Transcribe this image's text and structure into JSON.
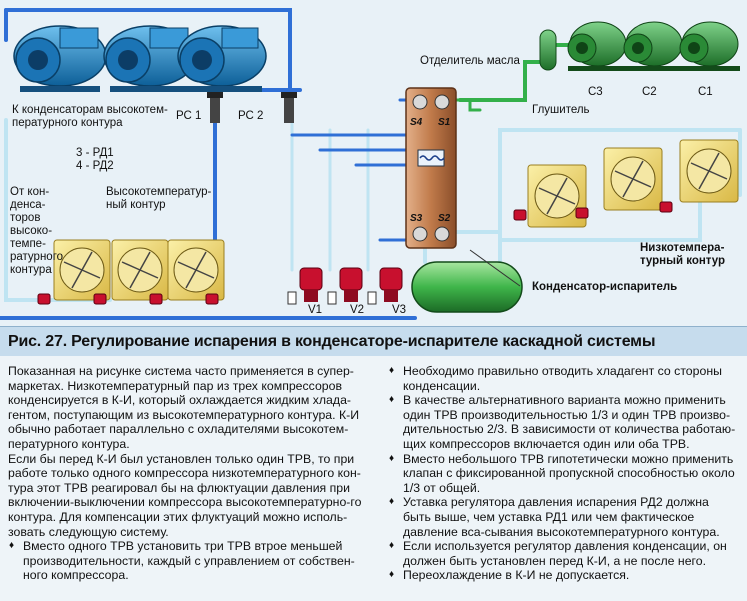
{
  "diagram": {
    "labels": {
      "to_condensers": "К конденсаторам высокотем-\nпературного контура",
      "rs1": "РС 1",
      "rs2": "РС 2",
      "rd_legend_1": "3 - РД1",
      "rd_legend_2": "4 - РД2",
      "from_condensers": "От кон-\nденса-\nторов\nвысоко-\nтемпе-\nратурного\nконтура",
      "high_temp_circuit": "Высокотемператур-\nный контур",
      "oil_separator": "Отделитель масла",
      "muffler": "Глушитель",
      "c3": "С3",
      "c2": "С2",
      "c1": "С1",
      "low_temp_circuit": "Низкотемпера-\nтурный контур",
      "condenser_evaporator": "Конденсатор-испаритель",
      "s1": "S1",
      "s2": "S2",
      "s3": "S3",
      "s4": "S4",
      "v1": "V1",
      "v2": "V2",
      "v3": "V3"
    },
    "colors": {
      "pipe_blue": "#2f6fd6",
      "pipe_light": "#bfe4f2",
      "pipe_green": "#33b04a",
      "valve_red": "#c8102e",
      "compressor_blue": "#1f8fcf",
      "compressor_green": "#2e9a3c",
      "receiver_green": "#3fb54a",
      "heat_exchanger": "#c07a4a"
    }
  },
  "caption": "Рис. 27. Регулирование испарения в конденсаторе-испарителе каскадной системы",
  "left_column": {
    "paragraphs": [
      "Показанная на рисунке система часто применяется в супер-маркетах. Низкотемпературный пар из трех компрессоров конденсируется в К-И, который охлаждается жидким хлада-гентом, поступающим из высокотемпературного контура. К-И обычно работает параллельно с охладителями высокотем-пературного контура.",
      "Если бы перед К-И был установлен только один ТРВ, то при работе только одного компрессора низкотемпературного кон-тура этот ТРВ реагировал бы на флюктуации давления при включении-выключении компрессора высокотемпературно-го контура. Для компенсации этих флуктуаций можно исполь-зовать следующую систему."
    ],
    "bullets": [
      "Вместо одного ТРВ установить три ТРВ втрое меньшей производительности, каждый с управлением от собствен-ного компрессора."
    ]
  },
  "right_column": {
    "bullets": [
      "Необходимо правильно отводить хладагент со стороны конденсации.",
      "В качестве альтернативного варианта можно применить один ТРВ производительностью 1/3 и один ТРВ произво-дительностью 2/3. В зависимости от количества работаю-щих компрессоров включается один или оба ТРВ.",
      "Вместо небольшого ТРВ гипотетически можно применить клапан с фиксированной пропускной способностью около 1/3 от общей.",
      "Уставка регулятора давления испарения РД2 должна быть выше, чем уставка РД1 или чем фактическое давление вса-сывания высокотемпературного контура.",
      "Если используется регулятор давления конденсации, он должен быть установлен перед К-И, а не после него.",
      "Переохлаждение в К-И не допускается."
    ]
  },
  "bullet_glyph": "♦"
}
